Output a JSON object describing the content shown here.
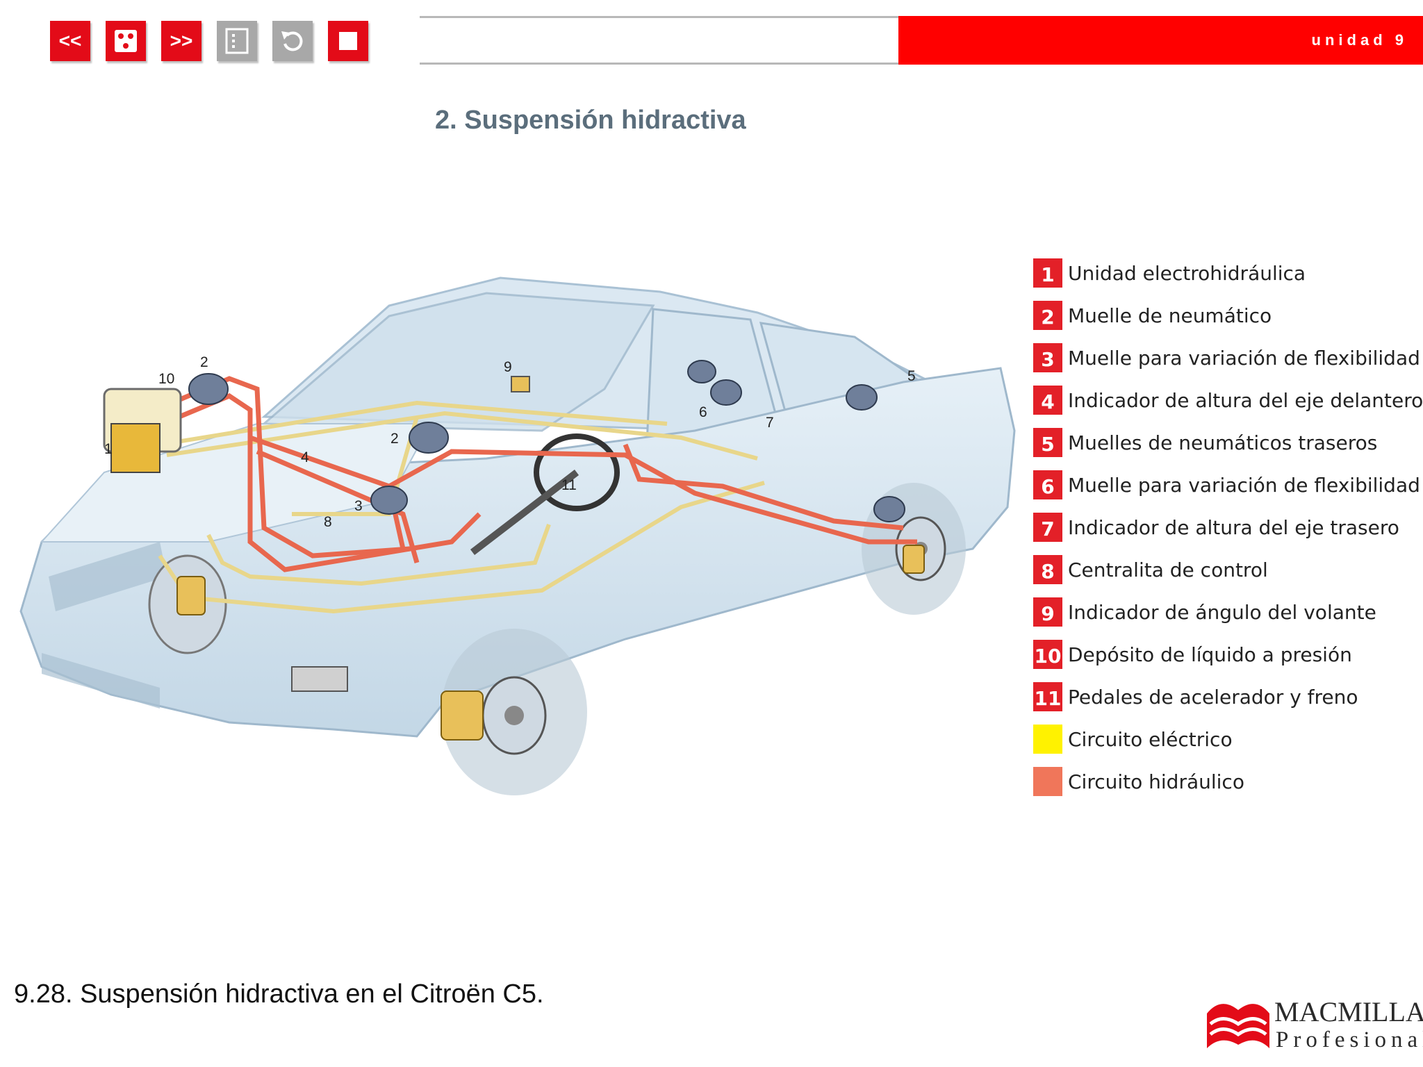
{
  "toolbar": {
    "prev_label": "<<",
    "next_label": ">>",
    "icons": [
      "first-prev",
      "menu-dots",
      "next",
      "index",
      "back",
      "stop"
    ]
  },
  "header": {
    "unit_label": "unidad 9"
  },
  "page": {
    "title": "2. Suspensión hidractiva"
  },
  "figure": {
    "callouts": [
      "1",
      "2",
      "3",
      "4",
      "5",
      "6",
      "7",
      "8",
      "9",
      "10",
      "11"
    ],
    "caption": "9.28. Suspensión hidractiva en el Citroën C5."
  },
  "legend": {
    "items": [
      {
        "num": "1",
        "label": "Unidad electrohidráulica"
      },
      {
        "num": "2",
        "label": "Muelle de neumático"
      },
      {
        "num": "3",
        "label": "Muelle para variación de flexibilidad"
      },
      {
        "num": "4",
        "label": "Indicador de altura del eje delantero"
      },
      {
        "num": "5",
        "label": "Muelles de neumáticos traseros"
      },
      {
        "num": "6",
        "label": "Muelle para variación de flexibilidad"
      },
      {
        "num": "7",
        "label": "Indicador de altura del eje trasero"
      },
      {
        "num": "8",
        "label": "Centralita de control"
      },
      {
        "num": "9",
        "label": "Indicador de ángulo del volante"
      },
      {
        "num": "10",
        "label": "Depósito de líquido a presión"
      },
      {
        "num": "11",
        "label": "Pedales de acelerador y freno"
      }
    ],
    "electric_label": "Circuito eléctrico",
    "hydraulic_label": "Circuito hidráulico",
    "electric_color": "#fff200",
    "hydraulic_color": "#f0765a"
  },
  "logo": {
    "line1": "MACMILLAN",
    "line2": "Profesional"
  },
  "colors": {
    "accent": "#e30b18",
    "band": "#ff0000",
    "title": "#5b6e7c"
  }
}
